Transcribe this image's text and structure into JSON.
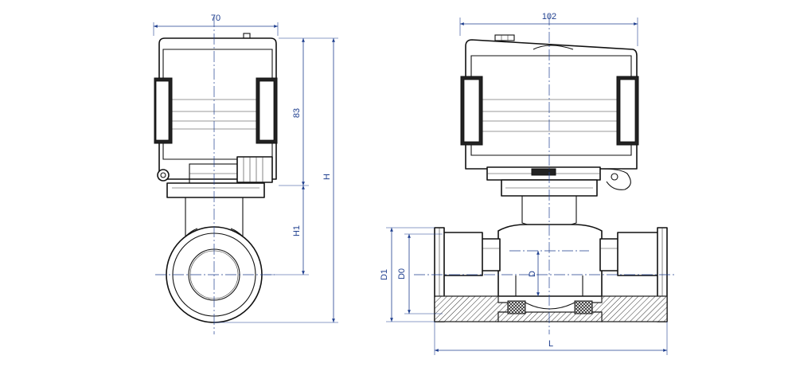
{
  "dimensions": {
    "width_label": "70",
    "total_width_label": "102",
    "actuator_height_label": "83",
    "total_height_label": "H",
    "h1_label": "H1",
    "d1_label": "D1",
    "d0_label": "D0",
    "d_label": "D",
    "length_label": "L"
  },
  "colors": {
    "dimension": "#1f3f8f",
    "outline": "#111111",
    "background": "#ffffff"
  }
}
